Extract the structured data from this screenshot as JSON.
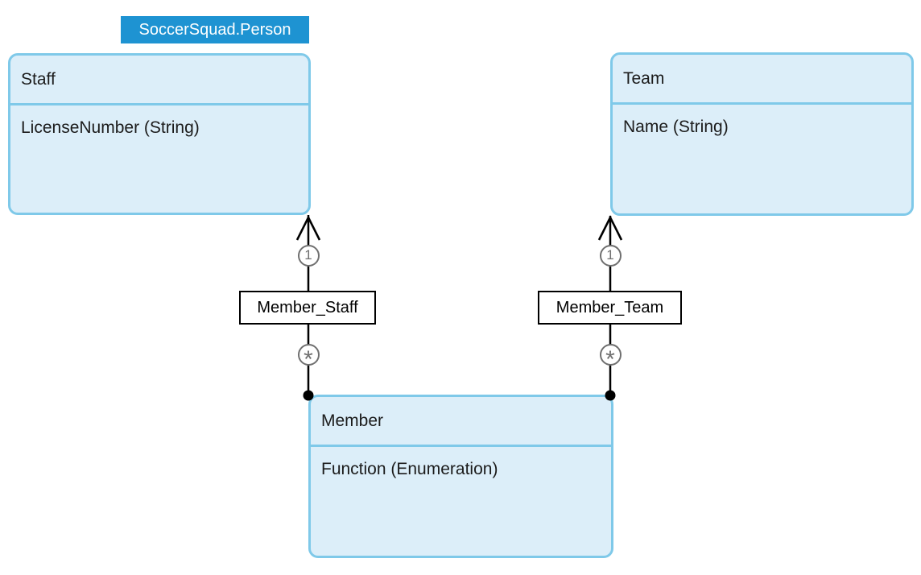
{
  "diagram": {
    "tooltip": {
      "text": "SoccerSquad.Person"
    },
    "entities": [
      {
        "title": "Staff",
        "attributes": [
          "LicenseNumber (String)"
        ]
      },
      {
        "title": "Team",
        "attributes": [
          "Name (String)"
        ]
      },
      {
        "title": "Member",
        "attributes": [
          "Function (Enumeration)"
        ]
      }
    ],
    "relationships": [
      {
        "label": "Member_Staff",
        "source": "Member",
        "target": "Staff",
        "source_multiplicity": "*",
        "target_multiplicity": "1"
      },
      {
        "label": "Member_Team",
        "source": "Member",
        "target": "Team",
        "source_multiplicity": "*",
        "target_multiplicity": "1"
      }
    ],
    "colors": {
      "tooltip_bg": "#1E93D2",
      "tooltip_fg": "#FFFFFF",
      "entity_border": "#7FC9E9",
      "entity_fill": "#DCEEF9",
      "connector_line": "#000000",
      "multiplicity_ring": "#6F6F6F",
      "text": "#1B1B1B"
    }
  }
}
